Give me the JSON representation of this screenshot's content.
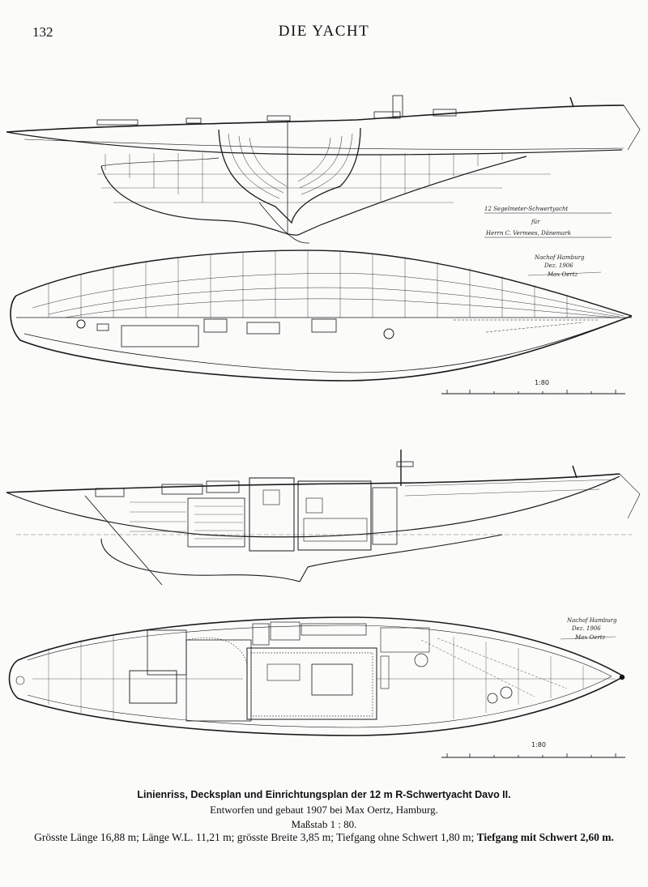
{
  "header": {
    "page_number": "132",
    "running_title": "DIE YACHT"
  },
  "plate_1": {
    "title_line1": "12 Segelmeter-Schwertyacht",
    "title_line2": "für",
    "title_line3": "Herrn C. Vermees, Dänemark",
    "signature": [
      "Nachof Hamburg",
      "Dez. 1906",
      "Max Oertz"
    ],
    "scale_label": "1:80"
  },
  "plate_2": {
    "signature": [
      "Nachof Hamburg",
      "Dez. 1906",
      "Max Oertz"
    ],
    "scale_label": "1:80"
  },
  "caption": {
    "title": "Linienriss, Decksplan und Einrichtungsplan der 12 m R-Schwertyacht Davo II.",
    "subtitle": "Entworfen und gebaut 1907 bei Max Oertz, Hamburg.",
    "scale": "Maßstab 1 : 80.",
    "dimensions": "Grösste Länge 16,88 m; Länge W.L. 11,21 m; grösste Breite 3,85 m; Tiefgang ohne Schwert 1,80 m;",
    "dimensions_tail": "Tiefgang mit Schwert 2,60 m."
  }
}
